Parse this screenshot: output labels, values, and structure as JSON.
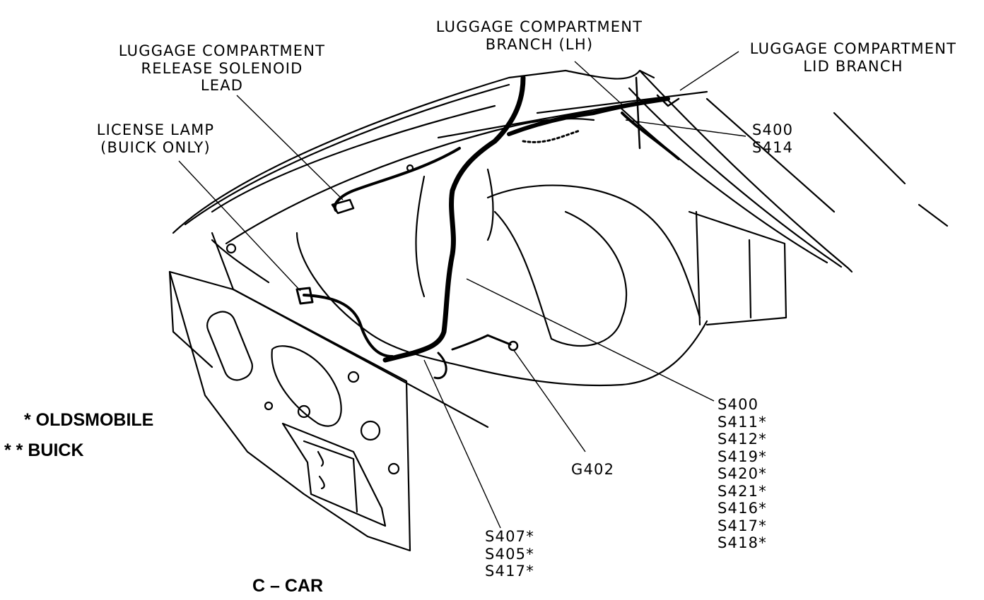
{
  "labels": {
    "release_solenoid": [
      "LUGGAGE COMPARTMENT",
      "RELEASE SOLENOID",
      "LEAD"
    ],
    "branch_lh": [
      "LUGGAGE COMPARTMENT",
      "BRANCH (LH)"
    ],
    "lid_branch": [
      "LUGGAGE COMPARTMENT",
      "LID BRANCH"
    ],
    "license_lamp": [
      "LICENSE LAMP",
      "(BUICK ONLY)"
    ],
    "splice_top": [
      "S400",
      "S414"
    ],
    "splice_right": [
      "S400",
      "S411*",
      "S412*",
      "S419*",
      "S420*",
      "S421*",
      "S416*",
      "S417*",
      "S418*"
    ],
    "ground": "G402",
    "splice_bottom": [
      "S407*",
      "S405*",
      "S417*"
    ]
  },
  "legend": {
    "oldsmobile": "* OLDSMOBILE",
    "buick": "* * BUICK"
  },
  "car_label": "C – CAR"
}
